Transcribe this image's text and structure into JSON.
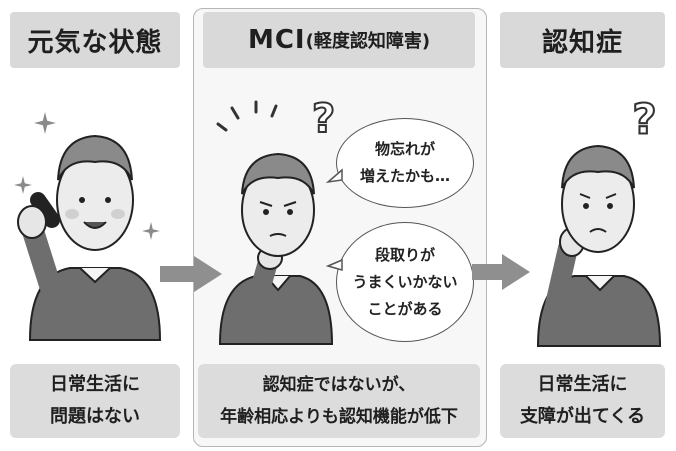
{
  "columns": [
    {
      "title": "元気な状態",
      "bottom_lines": [
        "日常生活に",
        "問題はない"
      ]
    },
    {
      "title": "MCI",
      "title_sub": "(軽度認知障害)",
      "bottom_lines": [
        "認知症ではないが、",
        "年齢相応よりも認知機能が低下"
      ]
    },
    {
      "title": "認知症",
      "bottom_lines": [
        "日常生活に",
        "支障が出てくる"
      ]
    }
  ],
  "bubbles": [
    {
      "lines": [
        "物忘れが",
        "増えたかも…"
      ]
    },
    {
      "lines": [
        "段取りが",
        "うまくいかない",
        "ことがある"
      ]
    }
  ],
  "icons": [
    "sparkle-icon",
    "question-mark-icon",
    "arrow-right-icon",
    "speech-bubble-icon",
    "elderly-man-icon"
  ]
}
